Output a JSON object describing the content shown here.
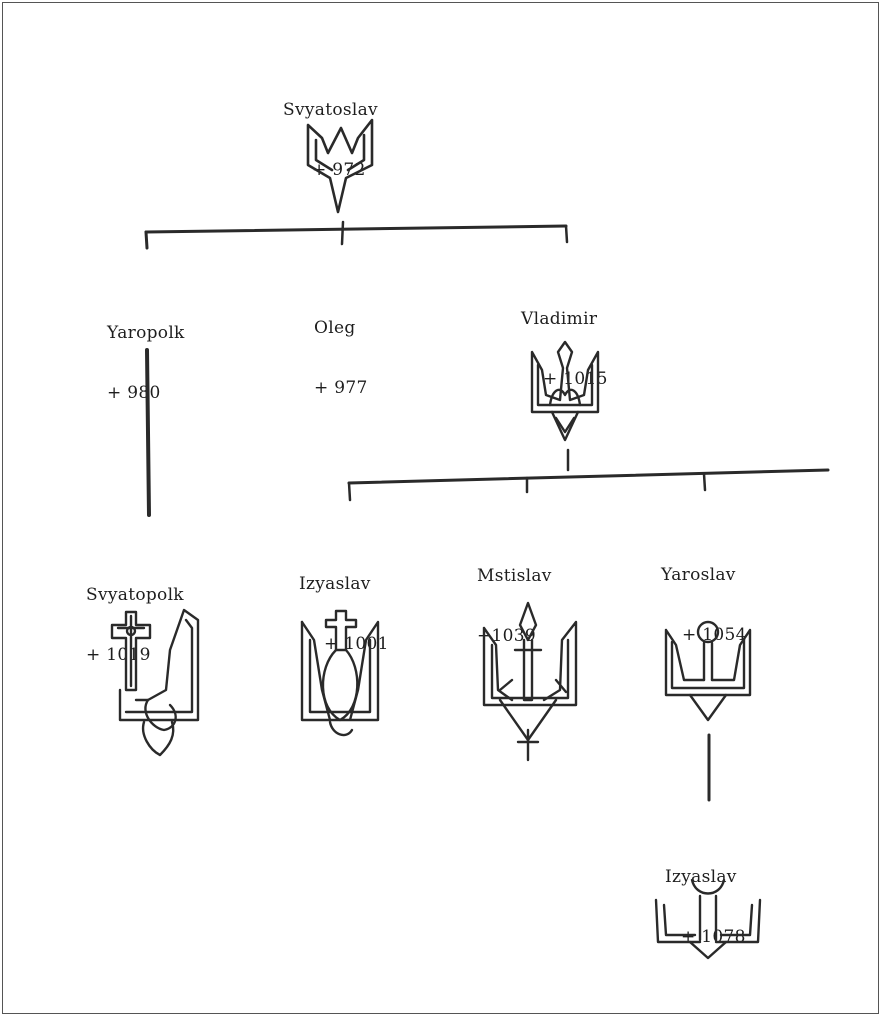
{
  "people": {
    "svyatoslav": {
      "name": "Svyatoslav",
      "death": "+ 972"
    },
    "yaropolk": {
      "name": "Yaropolk",
      "death": "+ 980"
    },
    "oleg": {
      "name": "Oleg",
      "death": "+ 977"
    },
    "vladimir": {
      "name": "Vladimir",
      "death": "+ 1015"
    },
    "svyatopolk": {
      "name": "Svyatopolk",
      "death": "+ 1019"
    },
    "izyaslav1": {
      "name": "Izyaslav",
      "death": "+ 1001"
    },
    "mstislav": {
      "name": "Mstislav",
      "death": "+1039"
    },
    "yaroslav": {
      "name": "Yaroslav",
      "death": "+ 1054"
    },
    "izyaslav2": {
      "name": "Izyaslav",
      "death": "+ 1078"
    }
  },
  "colors": {
    "ink": "#2a2a2a",
    "paper": "#ffffff",
    "frame": "#555555"
  }
}
